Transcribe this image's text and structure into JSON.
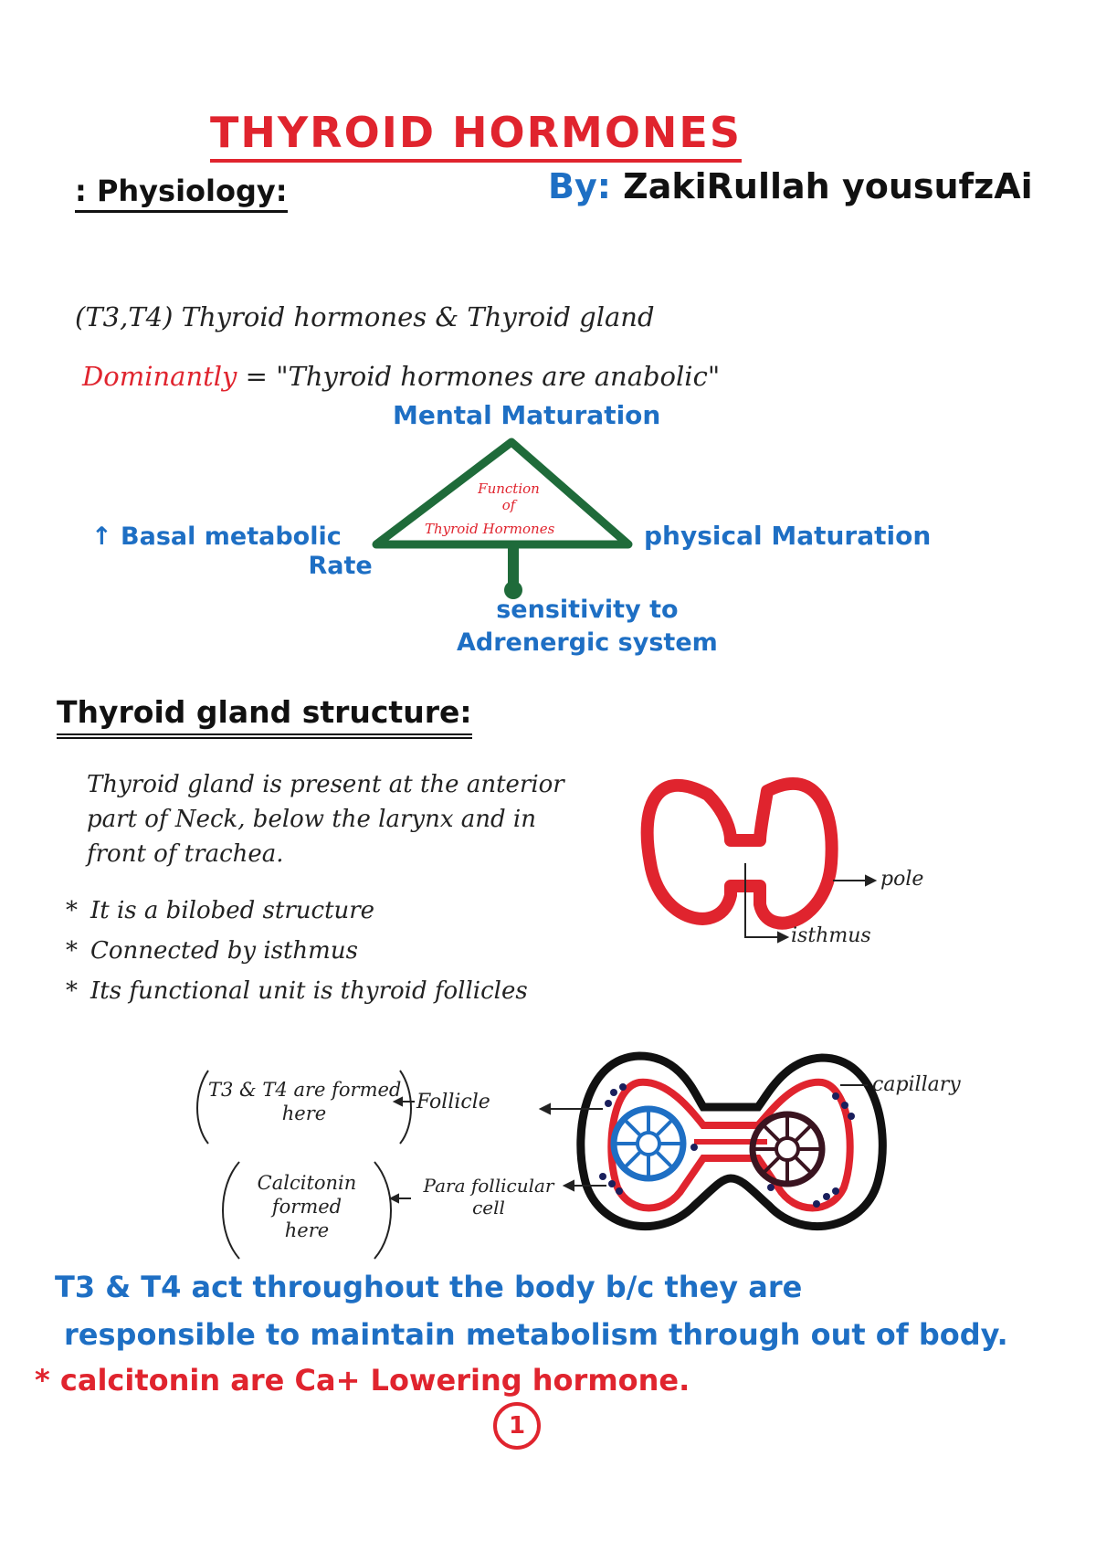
{
  "header": {
    "title": "THYROID HORMONES",
    "subject": ": Physiology:",
    "author_by": "By:",
    "author_name": "ZakiRullah yousufzAi"
  },
  "intro": {
    "line1": "(T3,T4) Thyroid hormones & Thyroid gland",
    "line2_label": "Dominantly",
    "line2_text": "= \"Thyroid hormones are anabolic\""
  },
  "functions": {
    "center_line1": "Function",
    "center_line2": "of",
    "center_line3": "Thyroid Hormones",
    "top": "Mental Maturation",
    "left_line1": "↑ Basal metabolic",
    "left_line2": "Rate",
    "right": "physical Maturation",
    "bottom_line1": "sensitivity to",
    "bottom_line2": "Adrenergic system"
  },
  "structure": {
    "heading": "Thyroid gland structure:",
    "paragraph": "Thyroid gland is present at the anterior part of Neck, below the larynx and in front of trachea.",
    "bullets": [
      "It is a bilobed structure",
      "Connected by isthmus",
      "Its functional unit is thyroid follicles"
    ],
    "label_pole": "pole",
    "label_isthmus": "isthmus"
  },
  "follicle_diagram": {
    "note_t3t4_line1": "T3 & T4 are formed",
    "note_t3t4_line2": "here",
    "label_follicle": "Follicle",
    "label_capillary": "capillary",
    "note_calc_line1": "Calcitonin",
    "note_calc_line2": "formed",
    "note_calc_line3": "here",
    "label_parafollicular_line1": "Para follicular",
    "label_parafollicular_line2": "cell"
  },
  "summary": {
    "line1": "T3 & T4 act throughout the body b/c they are",
    "line2": "responsible to maintain metabolism through out of body.",
    "line3": "* calcitonin are Ca+ Lowering hormone."
  },
  "page_number": "1",
  "colors": {
    "red": "#e0242e",
    "blue": "#1e6fc4",
    "green": "#1f6b3a",
    "navy": "#1a1f5c",
    "dark": "#111111"
  }
}
